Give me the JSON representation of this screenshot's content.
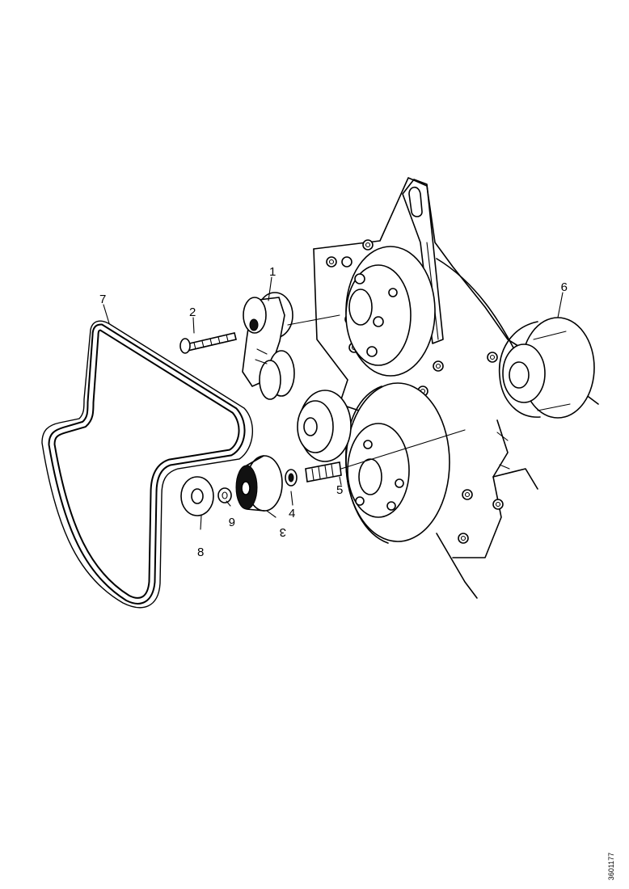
{
  "callouts": {
    "c1": "1",
    "c2": "2",
    "c3": "3",
    "c4": "4",
    "c5": "5",
    "c6": "6",
    "c7": "7",
    "c8": "8",
    "c9": "9"
  },
  "figure_id": "3601177"
}
